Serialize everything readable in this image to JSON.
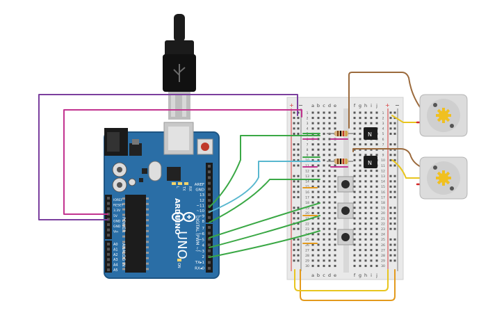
{
  "colors": {
    "board": "#2a6ea6",
    "board_edge": "#1f5583",
    "breadboard": "#e9e9e9",
    "wire_purple": "#7b3f9e",
    "wire_magenta": "#c2338f",
    "wire_green": "#3aa845",
    "wire_cyan": "#58b7cf",
    "wire_orange": "#e39a1c",
    "wire_brown": "#9b6a3c",
    "wire_yellow": "#e8c51e",
    "wire_red": "#d42424"
  },
  "icons": {
    "arduino_logo": "infinity-plus-minus-icon",
    "transistor": "npn-transistor-icon",
    "motor": "dc-motor-icon",
    "usb": "usb-trident-icon"
  },
  "arduino": {
    "brand": "ARDUINO",
    "model": "UNO",
    "header_top": [
      "AREF",
      "GND",
      "13",
      "12",
      "~11",
      "~10",
      "~9",
      "8"
    ],
    "header_bottom": [
      "7",
      "~6",
      "~5",
      "4",
      "~3",
      "2",
      "TX▸1",
      "RX◂0"
    ],
    "digital_label": "DIGITAL (PWM ~)",
    "power_label": "POWER",
    "power_pins": [
      "IOREF",
      "RESET",
      "3.3V",
      "5V",
      "GND",
      "GND",
      "Vin"
    ],
    "analog_label": "ANALOG IN",
    "analog_pins": [
      "A0",
      "A1",
      "A2",
      "A3",
      "A4",
      "A5"
    ],
    "leds": [
      "L",
      "TX",
      "RX"
    ],
    "on_label": "ON"
  },
  "breadboard": {
    "col_letters_left": [
      "a",
      "b",
      "c",
      "d",
      "e"
    ],
    "col_letters_right": [
      "f",
      "g",
      "h",
      "i",
      "j"
    ],
    "rail_plus": "+",
    "rail_minus": "−",
    "row_numbers": [
      "1",
      "2",
      "3",
      "4",
      "5",
      "6",
      "7",
      "8",
      "9",
      "10",
      "11",
      "12",
      "13",
      "14",
      "15",
      "16",
      "17",
      "18",
      "19",
      "20",
      "21",
      "22",
      "23",
      "24",
      "25",
      "26",
      "27",
      "28",
      "29",
      "30"
    ]
  },
  "transistor_labels": [
    "N",
    "N"
  ]
}
